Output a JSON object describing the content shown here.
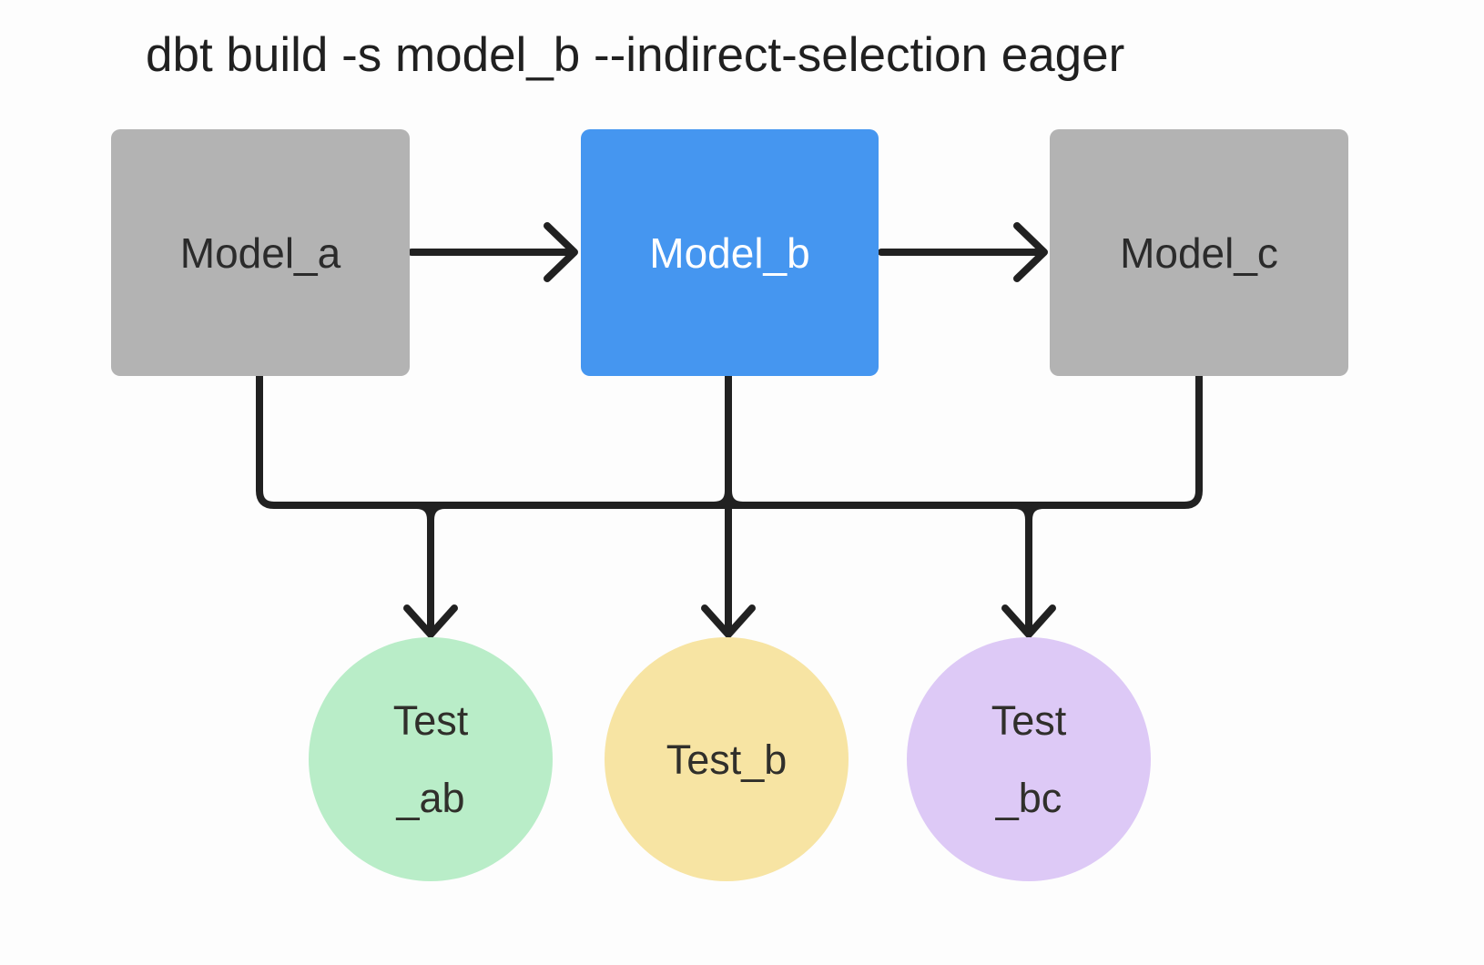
{
  "title": "dbt build -s model_b --indirect-selection eager",
  "nodes": {
    "model_a": {
      "label": "Model_a",
      "fill": "#b3b3b3",
      "text_color": "#2b2b2b",
      "shape": "rect"
    },
    "model_b": {
      "label": "Model_b",
      "fill": "#4596f0",
      "text_color": "#ffffff",
      "shape": "rect",
      "selected": true
    },
    "model_c": {
      "label": "Model_c",
      "fill": "#b3b3b3",
      "text_color": "#2b2b2b",
      "shape": "rect"
    },
    "test_ab": {
      "label": "Test _ab",
      "lines": [
        "Test",
        "_ab"
      ],
      "fill": "#b9edc8",
      "shape": "circle"
    },
    "test_b": {
      "label": "Test_b",
      "lines": [
        "Test_b"
      ],
      "fill": "#f7e4a3",
      "shape": "circle"
    },
    "test_bc": {
      "label": "Test _bc",
      "lines": [
        "Test",
        "_bc"
      ],
      "fill": "#ddc9f6",
      "shape": "circle"
    }
  },
  "edges": [
    {
      "from": "Model_a",
      "to": "Model_b",
      "style": "horizontal-arrow"
    },
    {
      "from": "Model_b",
      "to": "Model_c",
      "style": "horizontal-arrow"
    },
    {
      "from": "Model_a",
      "to": "shared-bus",
      "style": "elbow-line"
    },
    {
      "from": "Model_b",
      "to": "shared-bus",
      "style": "straight-line"
    },
    {
      "from": "Model_c",
      "to": "shared-bus",
      "style": "elbow-line"
    },
    {
      "from": "shared-bus",
      "to": "Test_ab",
      "style": "down-arrow"
    },
    {
      "from": "shared-bus",
      "to": "Test_b",
      "style": "down-arrow"
    },
    {
      "from": "shared-bus",
      "to": "Test_bc",
      "style": "down-arrow"
    }
  ],
  "colors": {
    "background": "#fdfdfd",
    "line": "#212121",
    "model_gray": "#b3b3b3",
    "model_blue": "#4596f0",
    "test_green": "#b9edc8",
    "test_yellow": "#f7e4a3",
    "test_purple": "#ddc9f6",
    "title_text": "#202020",
    "dark_label_text": "#2b2b2b",
    "light_label_text": "#ffffff"
  }
}
